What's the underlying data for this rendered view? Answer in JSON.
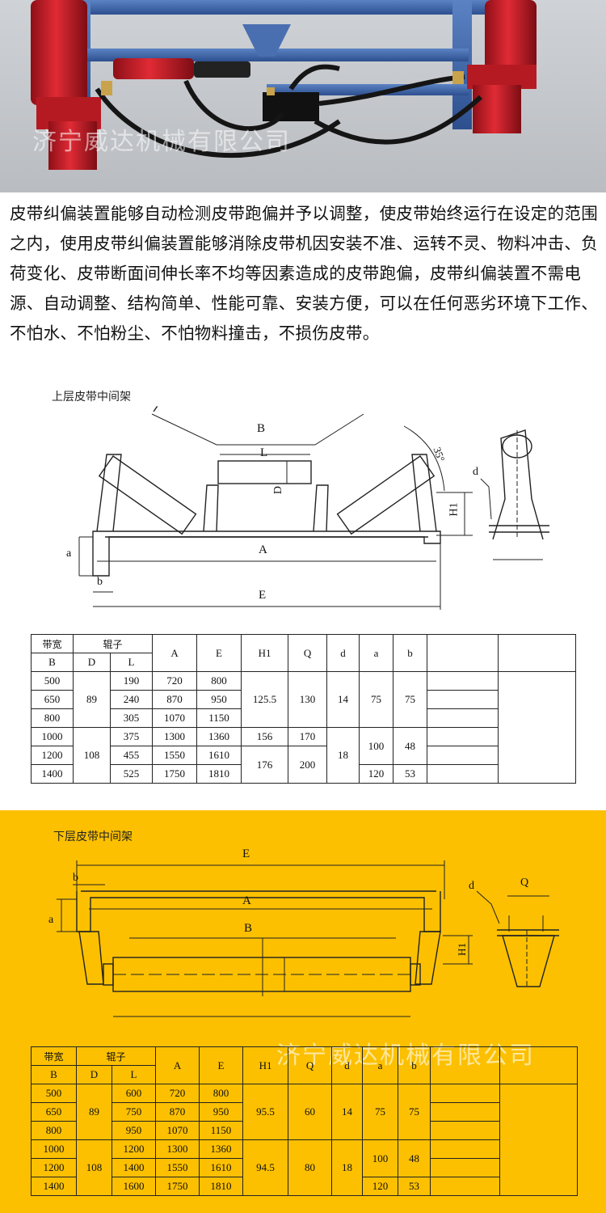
{
  "photo": {
    "watermark": "济宁威达机械有限公司"
  },
  "description": "皮带纠偏装置能够自动检测皮带跑偏并予以调整，使皮带始终运行在设定的范围之内，使用皮带纠偏装置能够消除皮带机因安装不准、运转不灵、物料冲击、负荷变化、皮带断面间伸长率不均等因素造成的皮带跑偏，皮带纠偏装置不需电源、自动调整、结构简单、性能可靠、安装方便，可以在任何恶劣环境下工作、不怕水、不怕粉尘、不怕物料撞击，不损伤皮带。",
  "upper": {
    "title": "上层皮带中间架",
    "labels": {
      "B": "B",
      "L": "L",
      "D": "D",
      "H1": "H1",
      "A": "A",
      "E": "E",
      "a": "a",
      "b": "b",
      "d": "d",
      "angle": "35°"
    },
    "table": {
      "headers": {
        "width": "带宽",
        "width_sub": "B",
        "roller": "辊子",
        "D": "D",
        "L": "L",
        "A": "A",
        "E": "E",
        "H1": "H1",
        "Q": "Q",
        "d": "d",
        "a": "a",
        "b": "b"
      },
      "rows": [
        {
          "B": "500",
          "L": "190",
          "A": "720",
          "E": "800"
        },
        {
          "B": "650",
          "L": "240",
          "A": "870",
          "E": "950"
        },
        {
          "B": "800",
          "L": "305",
          "A": "1070",
          "E": "1150"
        },
        {
          "B": "1000",
          "L": "375",
          "A": "1300",
          "E": "1360"
        },
        {
          "B": "1200",
          "L": "455",
          "A": "1550",
          "E": "1610"
        },
        {
          "B": "1400",
          "L": "525",
          "A": "1750",
          "E": "1810"
        }
      ],
      "merged": {
        "D1": "89",
        "D2": "108",
        "H1a": "125.5",
        "H1b": "156",
        "H1c": "176",
        "Qa": "130",
        "Qb": "170",
        "Qc": "200",
        "da": "14",
        "db": "18",
        "aa": "75",
        "ab": "100",
        "ac": "120",
        "ba": "75",
        "bb": "48",
        "bc": "53"
      }
    }
  },
  "lower": {
    "title": "下层皮带中间架",
    "watermark": "济宁威达机械有限公司",
    "labels": {
      "E": "E",
      "A": "A",
      "B": "B",
      "H1": "H1",
      "a": "a",
      "b": "b",
      "d": "d",
      "Q": "Q"
    },
    "table": {
      "headers": {
        "width": "带宽",
        "width_sub": "B",
        "roller": "辊子",
        "D": "D",
        "L": "L",
        "A": "A",
        "E": "E",
        "H1": "H1",
        "Q": "Q",
        "d": "d",
        "a": "a",
        "b": "b"
      },
      "rows": [
        {
          "B": "500",
          "L": "600",
          "A": "720",
          "E": "800"
        },
        {
          "B": "650",
          "L": "750",
          "A": "870",
          "E": "950"
        },
        {
          "B": "800",
          "L": "950",
          "A": "1070",
          "E": "1150"
        },
        {
          "B": "1000",
          "L": "1200",
          "A": "1300",
          "E": "1360"
        },
        {
          "B": "1200",
          "L": "1400",
          "A": "1550",
          "E": "1610"
        },
        {
          "B": "1400",
          "L": "1600",
          "A": "1750",
          "E": "1810"
        }
      ],
      "merged": {
        "D1": "89",
        "D2": "108",
        "H1a": "95.5",
        "H1b": "94.5",
        "Qa": "60",
        "Qb": "80",
        "da": "14",
        "db": "18",
        "aa": "75",
        "ab": "100",
        "ac": "120",
        "ba": "75",
        "bb": "48",
        "bc": "53"
      }
    }
  }
}
